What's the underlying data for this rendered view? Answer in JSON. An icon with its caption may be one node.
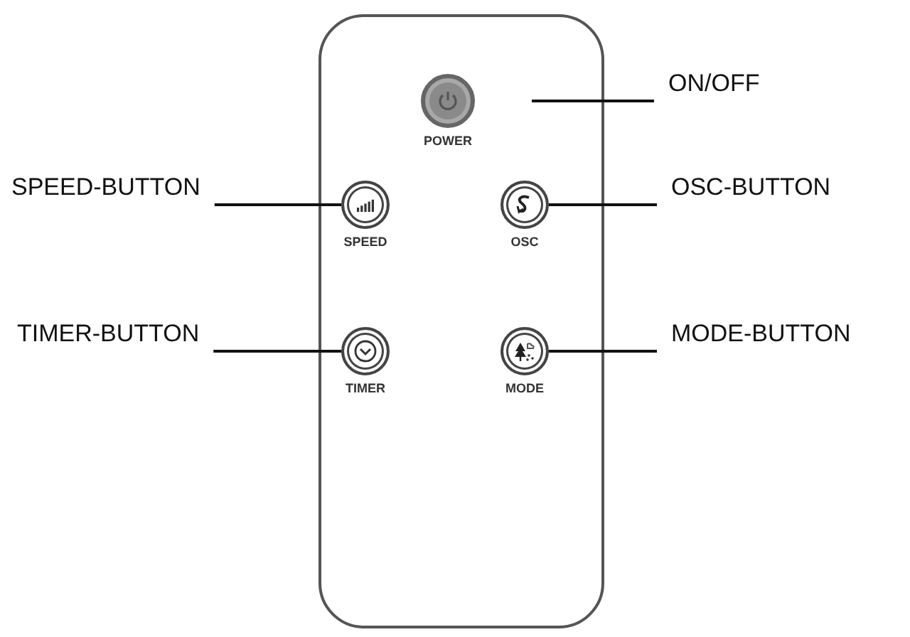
{
  "diagram": {
    "nodes": [
      {
        "text": [],
        "shape": "box"
      },
      {
        "text": [
          "POWER"
        ],
        "in": 0
      },
      {
        "text": [
          "ON/OFF"
        ]
      },
      {
        "text": [
          "SPEED-BUTTON"
        ]
      },
      {
        "text": [
          "SPEED"
        ],
        "in": 0
      },
      {
        "text": [
          "OSC"
        ],
        "in": 0
      },
      {
        "text": [
          "OSC-BUTTON"
        ]
      },
      {
        "text": [
          "TIMER-BUTTON"
        ]
      },
      {
        "text": [
          "TIMER"
        ],
        "in": 0
      },
      {
        "text": [
          "MODE"
        ],
        "in": 0
      },
      {
        "text": [
          "MODE-BUTTON"
        ]
      }
    ],
    "edges": [
      {
        "from": 2,
        "to": 1,
        "arrow": "none"
      },
      {
        "from": 3,
        "to": 4,
        "arrow": "none"
      },
      {
        "from": 6,
        "to": 5,
        "arrow": "none"
      },
      {
        "from": 7,
        "to": 8,
        "arrow": "none"
      },
      {
        "from": 10,
        "to": 9,
        "arrow": "none"
      }
    ]
  }
}
